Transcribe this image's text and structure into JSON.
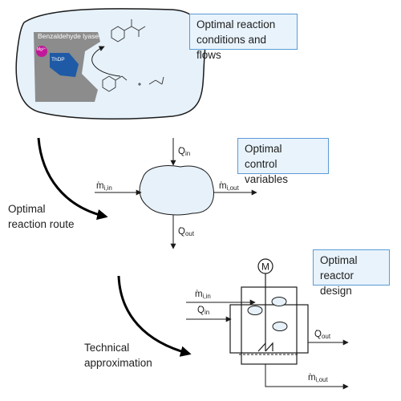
{
  "boxes": {
    "reaction": [
      "Optimal reaction",
      "conditions and flows"
    ],
    "control": [
      "Optimal",
      "control variables"
    ],
    "reactor": [
      "Optimal",
      "reactor design"
    ]
  },
  "routes": {
    "reaction_route": [
      "Optimal",
      "reaction route"
    ],
    "technical": [
      "Technical",
      "approximation"
    ]
  },
  "enzyme": {
    "name": "Benzaldehyde lyase",
    "cofactor_mg": "Mg²⁺",
    "cofactor_thdp": "ThDP"
  },
  "variables": {
    "q_symbol": "Q",
    "m_symbol": "m",
    "q_in_sub": "in",
    "q_out_sub": "out",
    "m_in_sub": "i,in",
    "m_out_sub": "i,out"
  },
  "reactor": {
    "motor_label": "M"
  },
  "colors": {
    "box_fill": "#e8f3fb",
    "box_border": "#5b9bd5",
    "cell_fill": "#e6f1fa",
    "enzyme_grey": "#8c8c8c",
    "thdp_blue": "#1f5aa6",
    "mg_magenta": "#c2189a"
  }
}
